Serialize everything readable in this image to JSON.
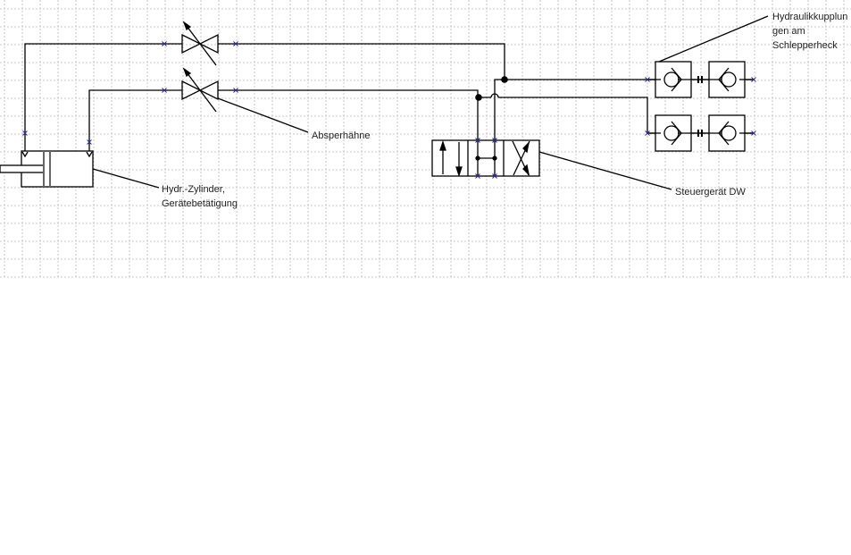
{
  "labels": {
    "shutoff_valves": "Absperhähne",
    "cylinder_line1": "Hydr.-Zylinder,",
    "cylinder_line2": "Gerätebetätigung",
    "control_valve": "Steuergerät DW",
    "couplings_line1": "Hydraulikkupplun",
    "couplings_line2": "gen am",
    "couplings_line3": "Schlepperheck"
  },
  "colors": {
    "line": "#000000",
    "grid": "#c8c8c8",
    "connection_marker": "#2a2a9a",
    "text": "#222222"
  }
}
